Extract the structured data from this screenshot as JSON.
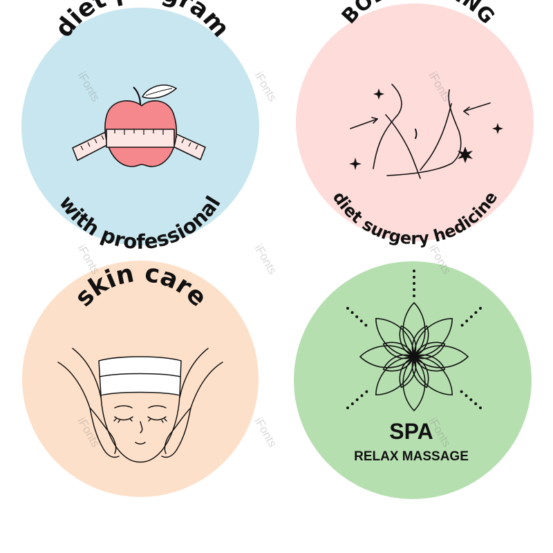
{
  "colors": {
    "diet_bg": "#c8e6ef",
    "body_bg": "#fddcda",
    "skin_bg": "#fde0c9",
    "spa_bg": "#b6dfb0",
    "apple": "#f5888d",
    "ink": "#111111"
  },
  "badges": {
    "diet": {
      "top_text": "diet program",
      "bottom_text": "with professional",
      "icon": "apple-measuring-tape-icon"
    },
    "body": {
      "top_text": "BODY SHPING",
      "bottom_text": "diet surgery hedicine",
      "icon": "body-contour-sparkle-icon"
    },
    "skin": {
      "top_text": "skin care",
      "icon": "face-massage-icon"
    },
    "spa": {
      "title": "SPA",
      "subtitle": "RELAX MASSAGE",
      "icon": "lotus-flower-icon"
    }
  },
  "watermark": "iFonts"
}
